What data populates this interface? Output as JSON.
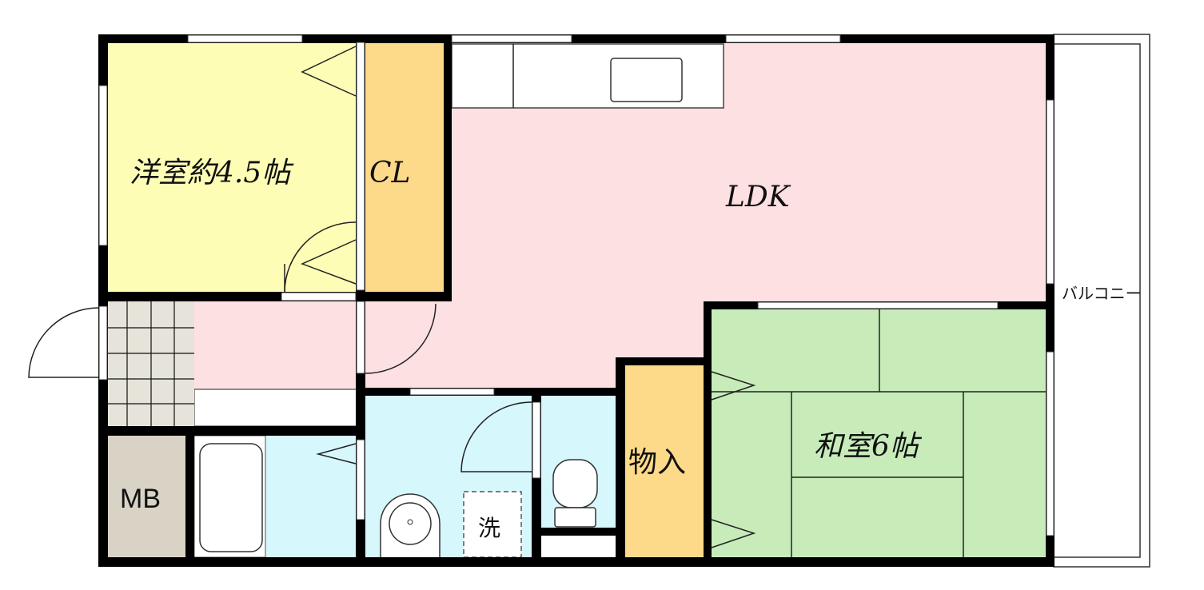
{
  "rooms": {
    "western": {
      "label": "洋室約4.5帖",
      "color": "#fdfdb6"
    },
    "closet": {
      "label": "CL",
      "color": "#fdd98a"
    },
    "ldk": {
      "label": "LDK",
      "color": "#fde0e2"
    },
    "washitsu": {
      "label": "和室6帖",
      "color": "#c7ecba"
    },
    "storage": {
      "label": "物入",
      "color": "#fdd98a"
    },
    "meter_box": {
      "label": "MB",
      "color": "#d8d3c4"
    },
    "washer": {
      "label": "洗"
    },
    "balcony": {
      "label": "バルコニー"
    },
    "wet_area_color": "#d6f7fc",
    "genkan_color": "#e6e3da"
  }
}
